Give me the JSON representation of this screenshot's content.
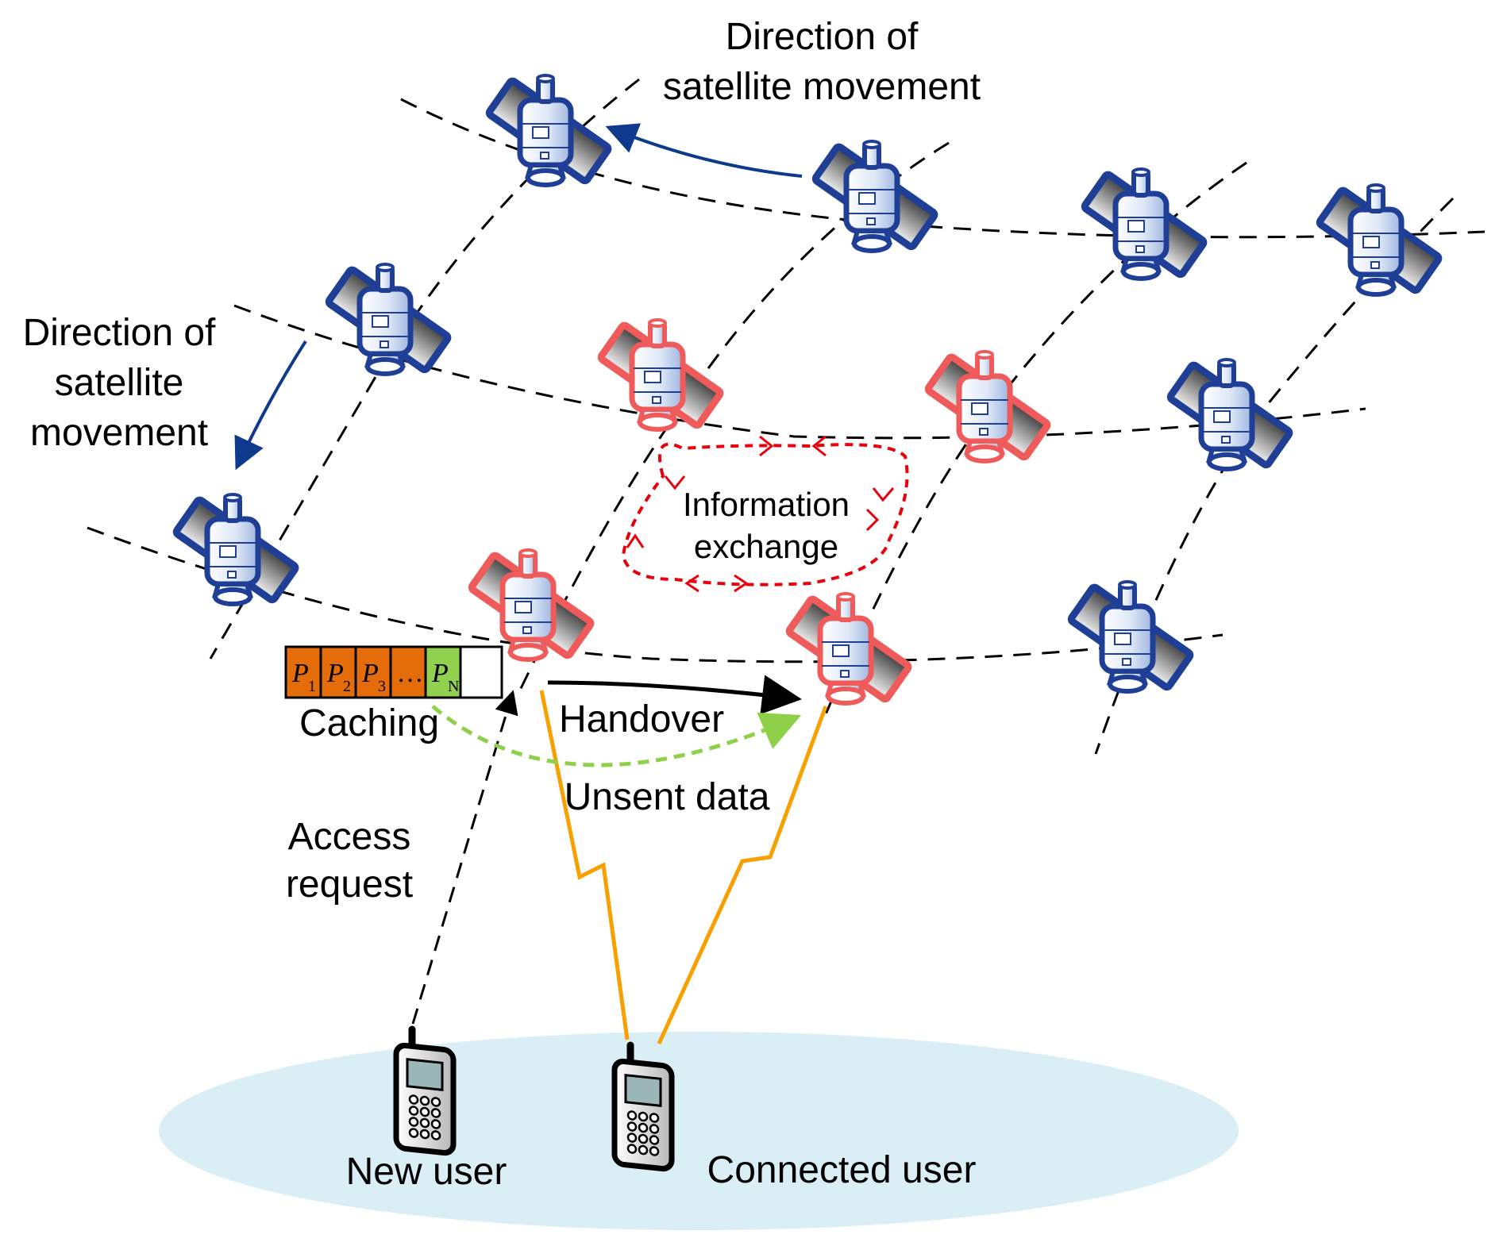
{
  "labels": {
    "direction_top_1": "Direction of",
    "direction_top_2": "satellite movement",
    "direction_left_1": "Direction of",
    "direction_left_2": "satellite",
    "direction_left_3": "movement",
    "info_1": "Information",
    "info_2": "exchange",
    "caching": "Caching",
    "handover": "Handover",
    "unsent": "Unsent data",
    "access_1": "Access",
    "access_2": "request",
    "new_user": "New user",
    "connected_user": "Connected user"
  },
  "cache": {
    "cells": [
      {
        "label": "P",
        "sub": "1",
        "color": "#e46c0a"
      },
      {
        "label": "P",
        "sub": "2",
        "color": "#e46c0a"
      },
      {
        "label": "P",
        "sub": "3",
        "color": "#e46c0a"
      },
      {
        "label": "…",
        "sub": "",
        "color": "#e46c0a"
      },
      {
        "label": "P",
        "sub": "N",
        "color": "#92d050"
      },
      {
        "label": "",
        "sub": "",
        "color": "#ffffff"
      }
    ]
  },
  "colors": {
    "normal_satellite": "#1f3f97",
    "serving_satellite": "#ef5a5a",
    "movement_arrow": "#0d3a8c",
    "info_exchange": "#e8000b",
    "caching_arrow": "#8fd04a",
    "radio_link": "#f7a000",
    "ground": "#daeef5"
  },
  "icons": {
    "satellite": "satellite-icon",
    "phone": "mobile-phone-icon"
  }
}
